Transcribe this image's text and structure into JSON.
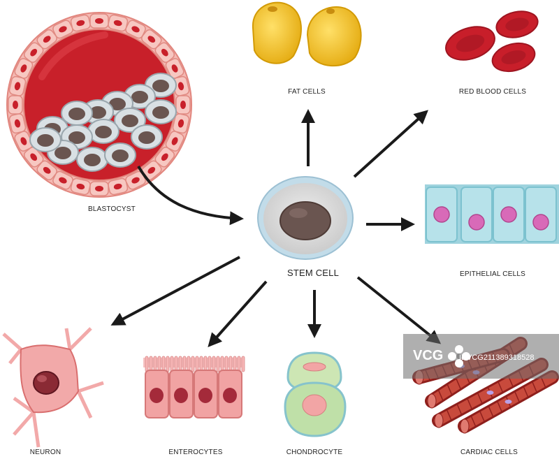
{
  "labels": {
    "stem_cell": "STEM CELL",
    "blastocyst": "BLASTOCYST",
    "fat_cells": "FAT CELLS",
    "red_blood_cells": "RED BLOOD CELLS",
    "epithelial_cells": "EPITHELIAL CELLS",
    "neuron": "NEURON",
    "enterocytes": "ENTEROCYTES",
    "chondrocyte": "CHONDROCYTE",
    "cardiac_cells": "CARDIAC CELLS"
  },
  "watermark": {
    "brand": "VCG",
    "id_text": "IDVCG211389318528",
    "icon": "flower-logo-icon"
  },
  "colors": {
    "arrow": "#1a1a1a",
    "stem_nucleus": "#6a5550",
    "stem_membrane": "#bcd6e4",
    "blastocyst_inner": "#c8202a",
    "fat_cell": "#f2c118",
    "red_blood_cell": "#c81e2a",
    "epithelial": "#b7e2ea",
    "epithelial_nucleus": "#d86ab8",
    "neuron": "#f2a9a9",
    "enterocyte": "#f1a3a3",
    "chondrocyte": "#bfe0a8",
    "cardiac": "#b8342c"
  }
}
